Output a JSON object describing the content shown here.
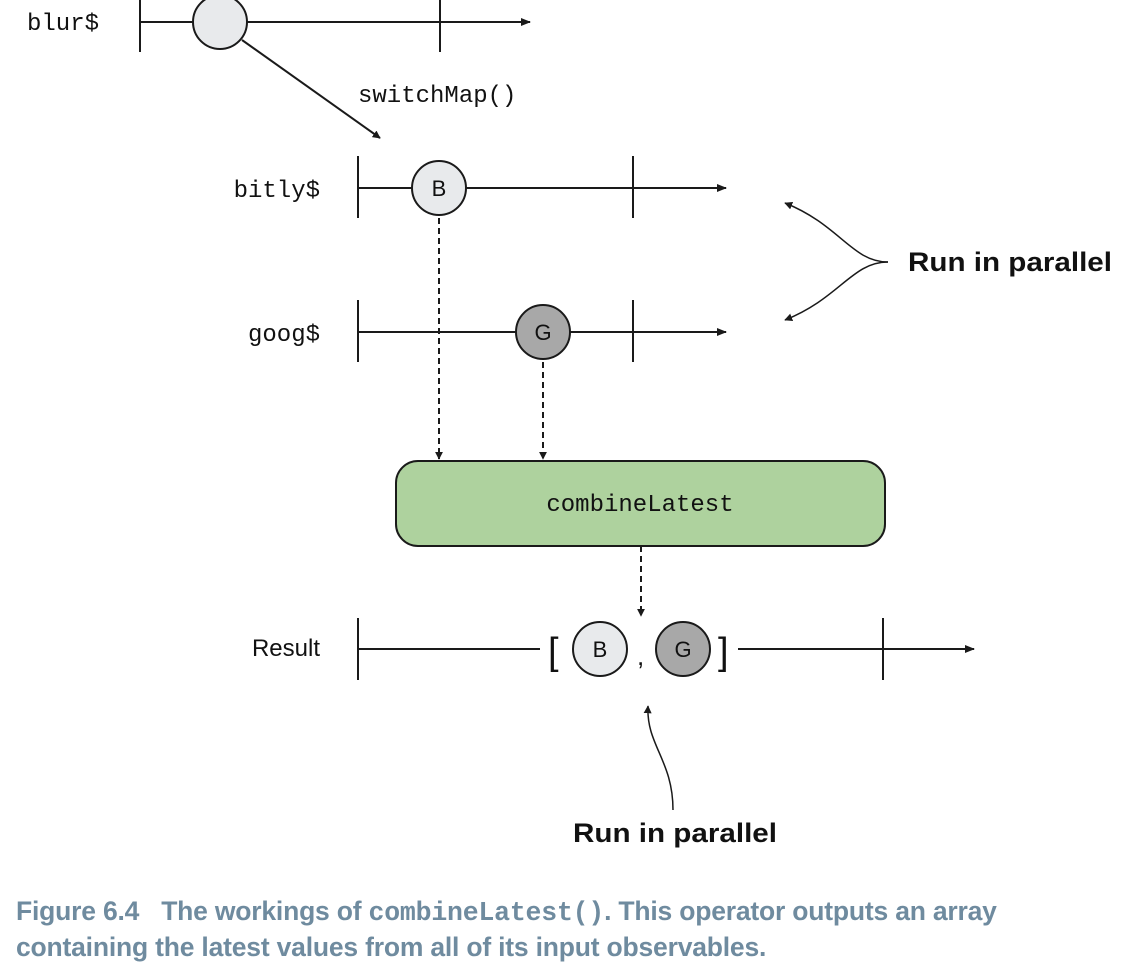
{
  "streams": {
    "blur": "blur$",
    "bitly": "bitly$",
    "goog": "goog$",
    "result": "Result"
  },
  "operators": {
    "switch_map": "switchMap()",
    "combine_latest": "combineLatest"
  },
  "emissions": {
    "bitly_value": "B",
    "goog_value": "G",
    "result_open_bracket": "[",
    "result_comma": ",",
    "result_close_bracket": "]",
    "result_first": "B",
    "result_second": "G"
  },
  "annotations": {
    "parallel_top": "Run in parallel",
    "parallel_bottom": "Run in parallel"
  },
  "caption": {
    "label": "Figure 6.4",
    "text_before": "The workings of ",
    "code": "combineLatest()",
    "text_after": ". This operator outputs an array containing the latest values from all of its input observables."
  },
  "colors": {
    "light_marble": "#e8eaec",
    "dark_marble": "#a8a8a8",
    "operator_fill": "#aed29e",
    "caption": "#6f8b9f"
  }
}
